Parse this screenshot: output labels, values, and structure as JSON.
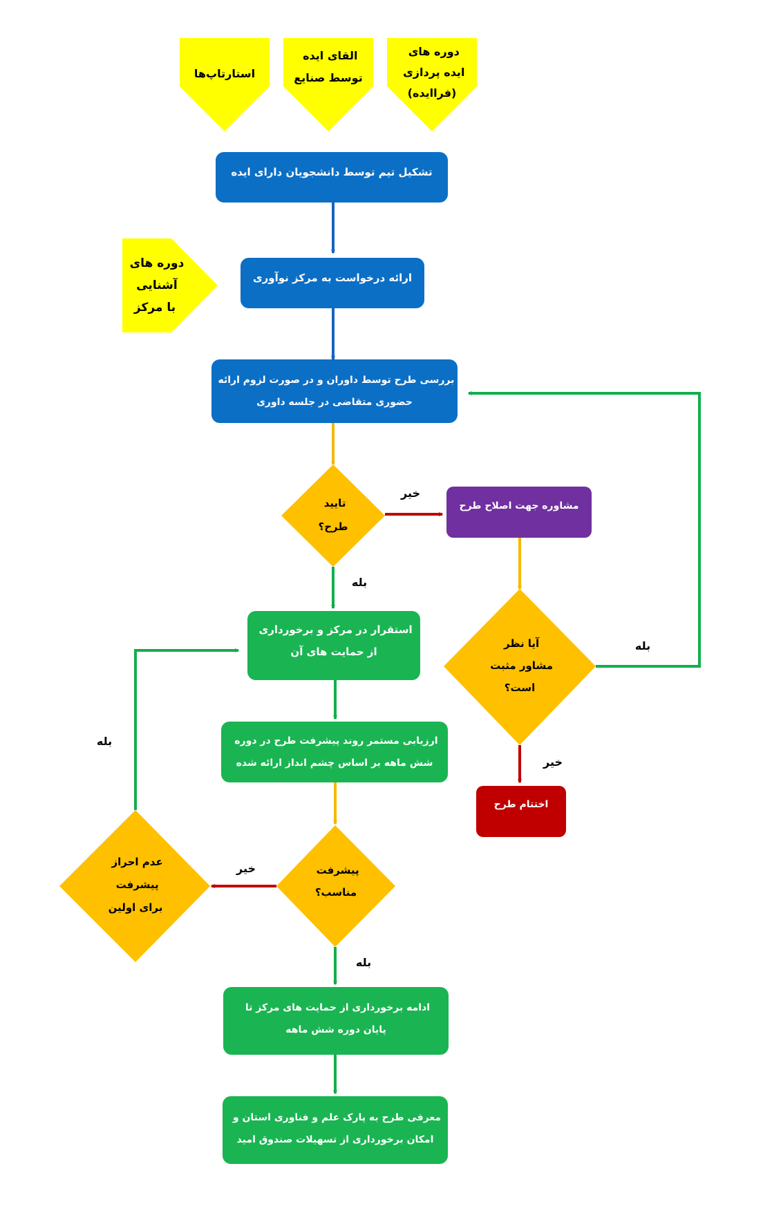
{
  "colors": {
    "blue": "#0b6fc6",
    "yellow": "#ffff00",
    "orange": "#ffc000",
    "purple": "#7030a0",
    "red": "#c00000",
    "green": "#1ab552",
    "arrow_blue": "#1565c0",
    "arrow_orange": "#f5b800",
    "arrow_green": "#13ae4b",
    "arrow_red": "#c00000"
  },
  "inputs": [
    {
      "lines": [
        "استارتاپ‌ها"
      ]
    },
    {
      "lines": [
        "القای ایده",
        "توسط صنایع"
      ]
    },
    {
      "lines": [
        "دوره های",
        "ایده پردازی",
        "(فراایده)"
      ]
    }
  ],
  "side_input": {
    "lines": [
      "دوره های",
      "آشنایی",
      "با مرکز"
    ]
  },
  "steps": {
    "team": {
      "lines": [
        "تشکیل تیم توسط دانشجویان دارای ایده"
      ]
    },
    "request": {
      "lines": [
        "ارائه درخواست به مرکز نوآوری"
      ]
    },
    "review": {
      "lines": [
        "بررسی طرح توسط داوران و در صورت لزوم ارائه",
        "حضوری متقاضی در جلسه داوری"
      ]
    },
    "consult": {
      "lines": [
        "مشاوره جهت اصلاح طرح"
      ]
    },
    "terminate": {
      "lines": [
        "اختتام طرح"
      ]
    },
    "settle": {
      "lines": [
        "استقرار در مرکز و برخورداری",
        "از حمایت های آن"
      ]
    },
    "evaluate": {
      "lines": [
        "ارزیابی مستمر روند پیشرفت طرح در دوره",
        "شش ماهه بر اساس چشم انداز ارائه شده"
      ]
    },
    "continue": {
      "lines": [
        "ادامه برخورداری از حمایت های مرکز تا",
        "پایان دوره شش ماهه"
      ]
    },
    "introduce": {
      "lines": [
        "معرفی طرح به پارک علم و فناوری استان و",
        "امکان برخورداری از تسهیلات صندوق امید"
      ]
    }
  },
  "decisions": {
    "approve": {
      "lines": [
        "تایید",
        "طرح؟"
      ]
    },
    "advisor": {
      "lines": [
        "آیا نظر",
        "مشاور مثبت",
        "است؟"
      ]
    },
    "progress": {
      "lines": [
        "پیشرفت",
        "مناسب؟"
      ]
    },
    "no_progress": {
      "lines": [
        "عدم احراز",
        "پیشرفت",
        "برای اولین"
      ]
    }
  },
  "edge_labels": {
    "yes": "بله",
    "no": "خیر"
  }
}
